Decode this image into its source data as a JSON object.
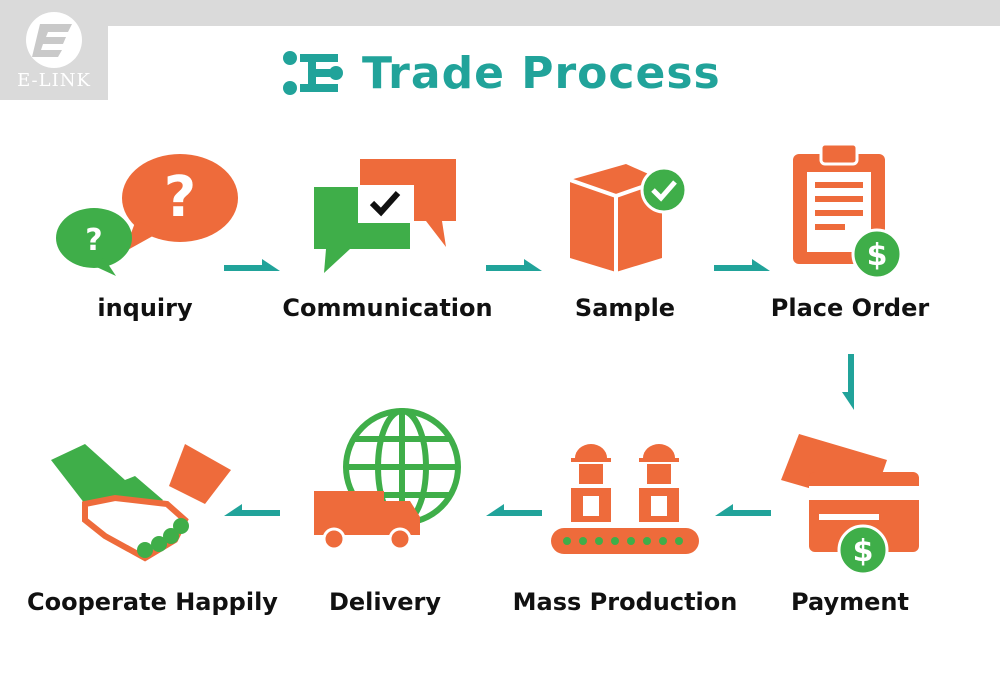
{
  "brand": {
    "name": "E-LINK",
    "mark_colors": [
      "#ffffff",
      "#dadada"
    ]
  },
  "title": "Trade Process",
  "colors": {
    "teal": "#21a39a",
    "orange": "#ee6b3b",
    "green": "#3fae49",
    "text": "#111111"
  },
  "steps": [
    {
      "label": "inquiry",
      "icon": "question-bubbles-icon"
    },
    {
      "label": "Communication",
      "icon": "chat-check-icon"
    },
    {
      "label": "Sample",
      "icon": "box-check-icon"
    },
    {
      "label": "Place Order",
      "icon": "clipboard-dollar-icon"
    },
    {
      "label": "Payment",
      "icon": "cards-dollar-icon"
    },
    {
      "label": "Mass Production",
      "icon": "workers-conveyor-icon"
    },
    {
      "label": "Delivery",
      "icon": "globe-truck-icon"
    },
    {
      "label": "Cooperate Happily",
      "icon": "handshake-icon"
    }
  ],
  "flow": [
    "right",
    "right",
    "right",
    "down",
    "left",
    "left",
    "left"
  ]
}
